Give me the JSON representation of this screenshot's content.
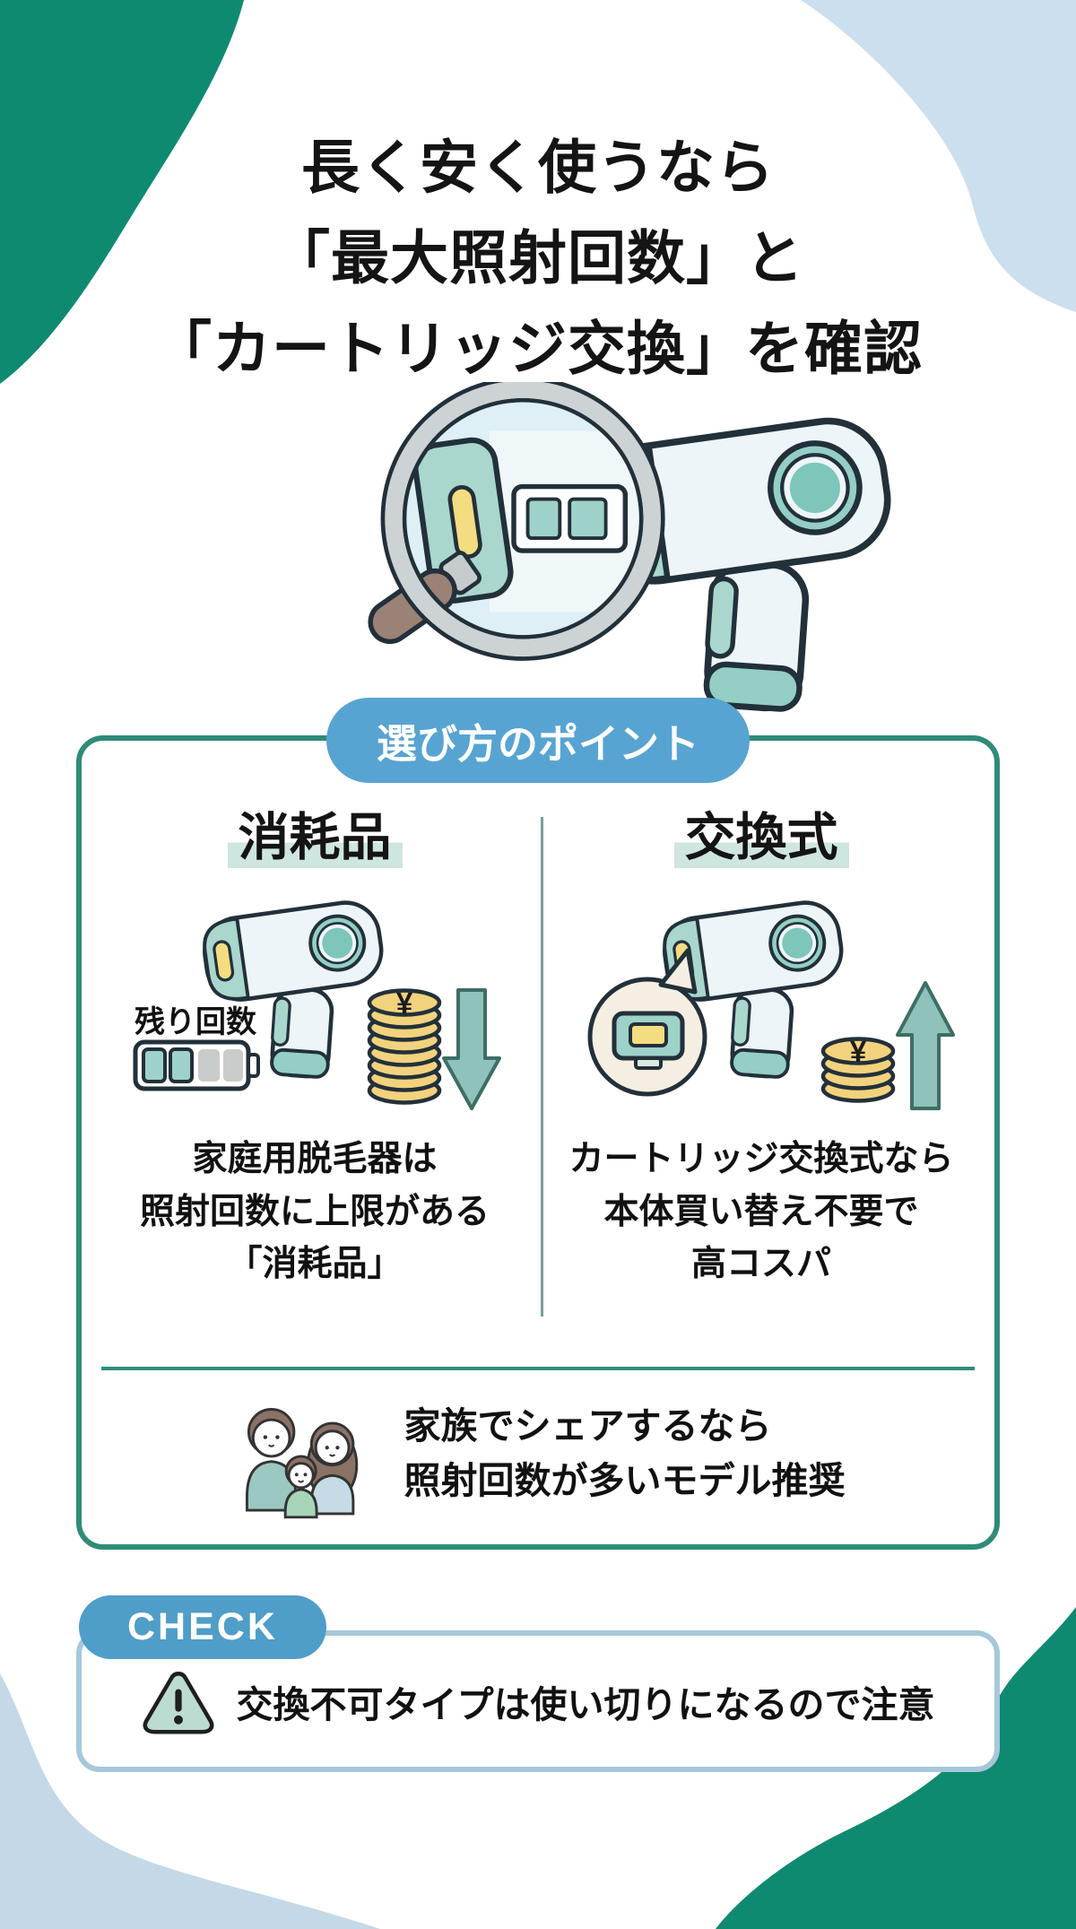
{
  "title": {
    "lines": [
      "長く安く使うなら",
      "「最大照射回数」と",
      "「カートリッジ交換」を確認"
    ]
  },
  "points_box": {
    "badge": "選び方のポイント",
    "columns": [
      {
        "header": "消耗品",
        "desc_lines": [
          "家庭用脱毛器は",
          "照射回数に上限がある",
          "「消耗品」"
        ]
      },
      {
        "header": "交換式",
        "desc_lines": [
          "カートリッジ交換式なら",
          "本体買い替え不要で",
          "高コスパ"
        ]
      }
    ],
    "left_illustration": {
      "battery_label": "残り回数",
      "battery_segments_filled": 2,
      "battery_segments_total": 4,
      "coin_symbol": "¥",
      "arrow": "down"
    },
    "right_illustration": {
      "coin_symbol": "¥",
      "arrow": "up"
    },
    "family_note_lines": [
      "家族でシェアするなら",
      "照射回数が多いモデル推奨"
    ]
  },
  "check": {
    "badge": "CHECK",
    "warning_symbol": "!",
    "text": "交換不可タイプは使い切りになるので注意"
  },
  "colors": {
    "dark_green_blob": "#0E8A70",
    "light_blue_blob_top": "#CBDFEF",
    "light_blue_blob_bottom": "#C4D8E7",
    "points_badge_blue": "#57A4D2",
    "check_badge_blue": "#4F9DC9",
    "box_border_teal": "#2E8C77",
    "check_box_border": "#A6C8DA",
    "device_teal": "#9ED2C8",
    "lamp_yellow": "#F4DD80",
    "coin_gold": "#F2D27D",
    "arrow_teal": "#8FC2BB",
    "header_highlight": "#CFE5E0",
    "text_black": "#111111"
  }
}
